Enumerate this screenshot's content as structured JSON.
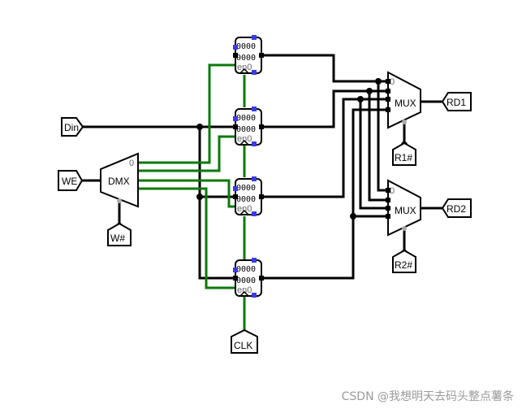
{
  "inputs": {
    "din": "Din",
    "we": "WE",
    "wsel": "W#",
    "clk": "CLK",
    "r1sel": "R1#",
    "r2sel": "R2#"
  },
  "outputs": {
    "rd1": "RD1",
    "rd2": "RD2"
  },
  "demux": {
    "label": "DMX",
    "select_port": "0"
  },
  "muxes": [
    {
      "label": "MUX",
      "select_port": "0"
    },
    {
      "label": "MUX",
      "select_port": "0"
    }
  ],
  "registers": [
    {
      "value_top": "0000",
      "value_bottom": "0000",
      "enable": "en0"
    },
    {
      "value_top": "0000",
      "value_bottom": "0000",
      "enable": "en0"
    },
    {
      "value_top": "0000",
      "value_bottom": "0000",
      "enable": "en0"
    },
    {
      "value_top": "0000",
      "value_bottom": "0000",
      "enable": "en0"
    }
  ],
  "watermark": "CSDN @我想明天去码头整点薯条",
  "colors": {
    "wire": "#000000",
    "control_wire": "#0a7a0a",
    "pin": "#3a3ae6"
  }
}
